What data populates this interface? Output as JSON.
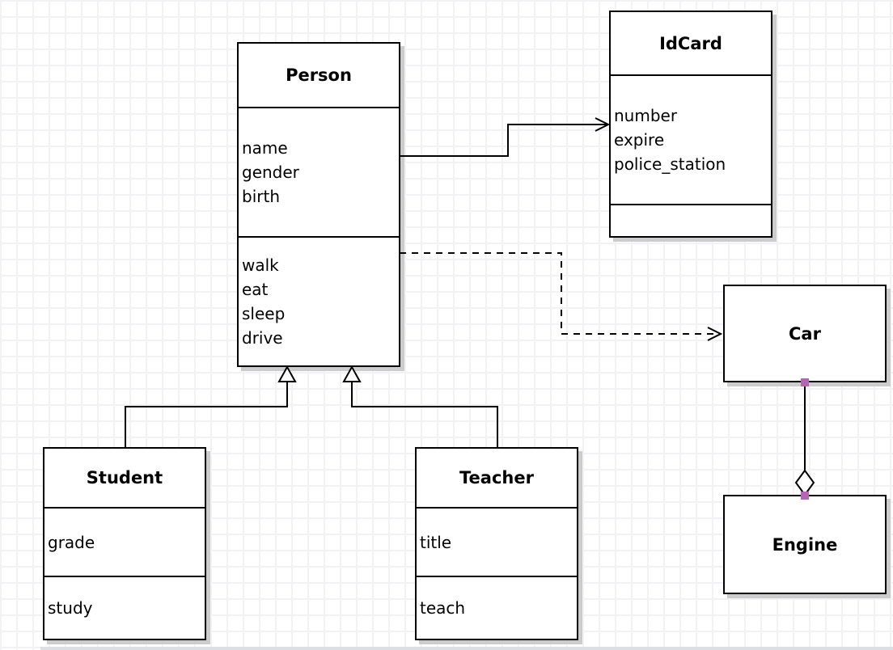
{
  "diagram": {
    "type": "uml-class-diagram",
    "classes": {
      "person": {
        "name": "Person",
        "attributes": [
          "name",
          "gender",
          "birth"
        ],
        "methods": [
          "walk",
          "eat",
          "sleep",
          "drive"
        ]
      },
      "idcard": {
        "name": "IdCard",
        "attributes": [
          "number",
          "expire",
          "police_station"
        ],
        "methods": []
      },
      "student": {
        "name": "Student",
        "attributes": [
          "grade"
        ],
        "methods": [
          "study"
        ]
      },
      "teacher": {
        "name": "Teacher",
        "attributes": [
          "title"
        ],
        "methods": [
          "teach"
        ]
      },
      "car": {
        "name": "Car",
        "attributes": [],
        "methods": []
      },
      "engine": {
        "name": "Engine",
        "attributes": [],
        "methods": []
      }
    },
    "relationships": [
      {
        "from": "Person",
        "to": "IdCard",
        "type": "association",
        "line": "solid",
        "arrowhead": "open-arrow"
      },
      {
        "from": "Person",
        "to": "Car",
        "type": "dependency",
        "line": "dashed",
        "arrowhead": "open-arrow"
      },
      {
        "from": "Student",
        "to": "Person",
        "type": "generalization",
        "line": "solid",
        "arrowhead": "hollow-triangle"
      },
      {
        "from": "Teacher",
        "to": "Person",
        "type": "generalization",
        "line": "solid",
        "arrowhead": "hollow-triangle"
      },
      {
        "from": "Car",
        "to": "Engine",
        "type": "aggregation",
        "line": "solid",
        "marker": "hollow-diamond",
        "endpoint_handles": 2
      }
    ]
  },
  "colors": {
    "stroke": "#000000",
    "box_fill": "#ffffff",
    "handle": "#b565b4",
    "shadow": "#cccccc",
    "grid_line": "#f2f2f6",
    "background": "#ffffff"
  }
}
